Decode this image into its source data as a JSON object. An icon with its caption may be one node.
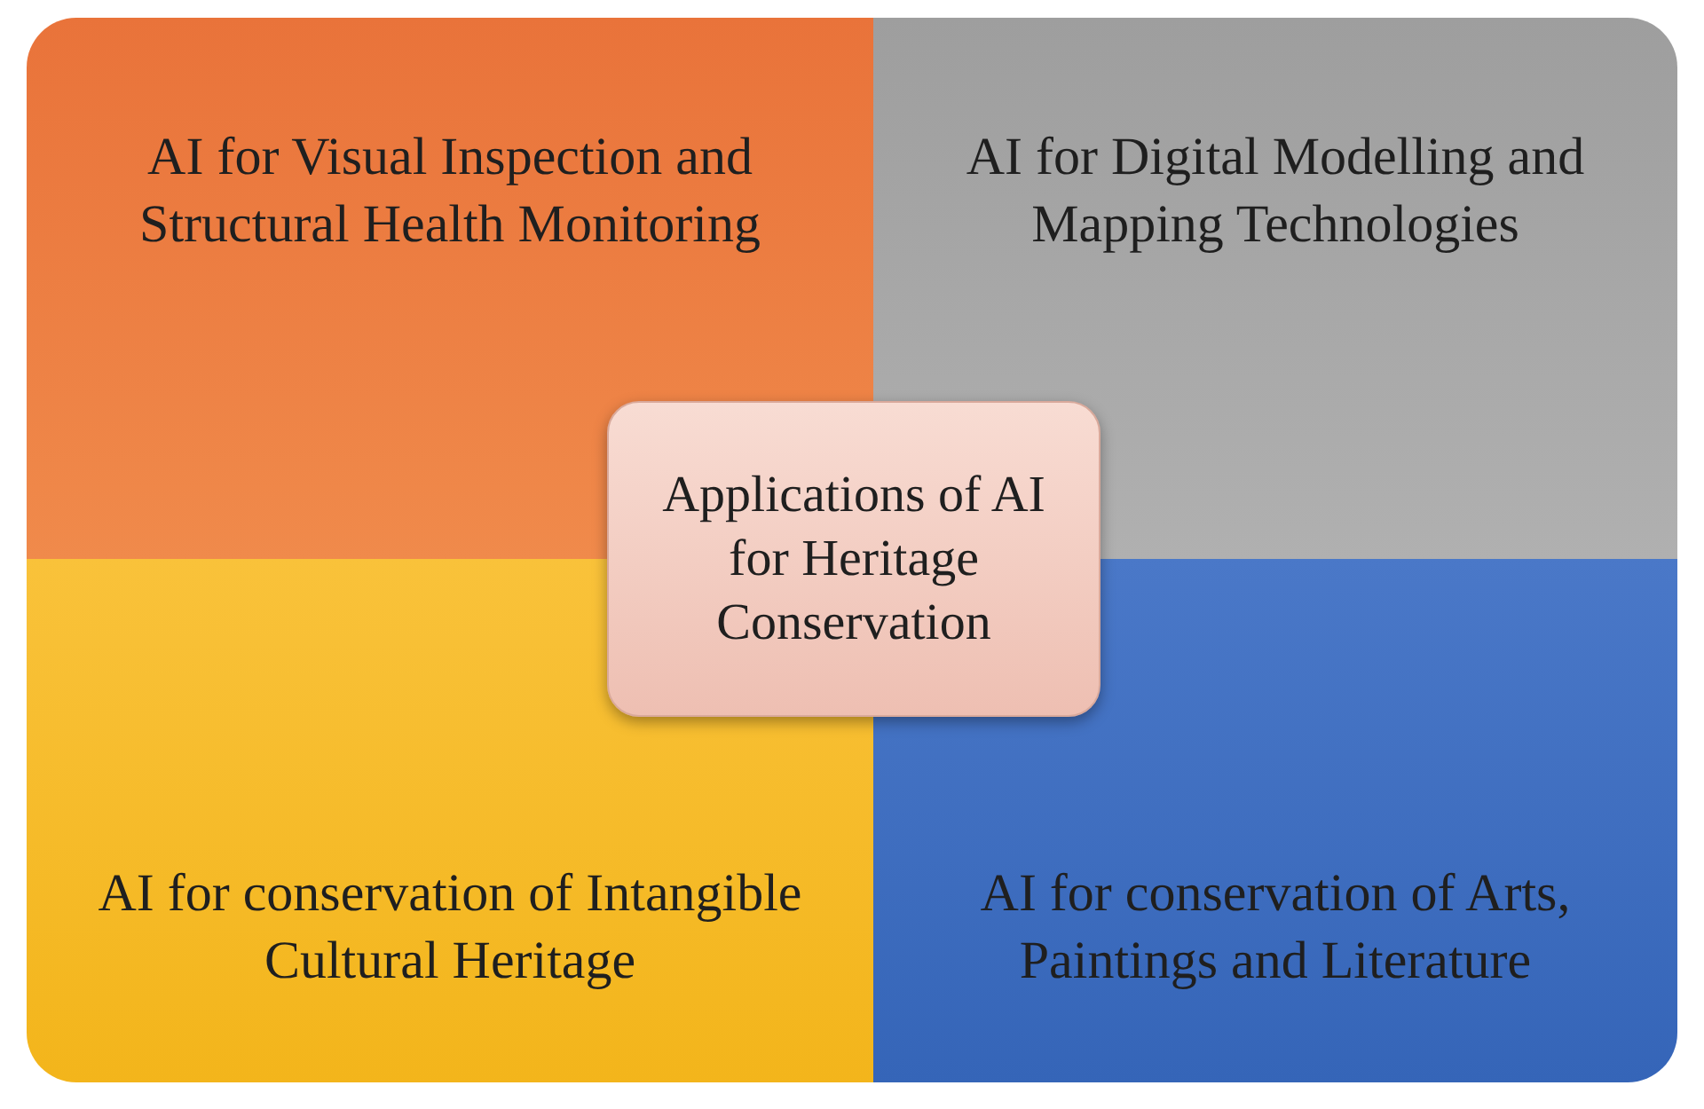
{
  "diagram": {
    "nodes": [
      {
        "text": [
          "AI for Visual Inspection and Structural Health Monitoring"
        ]
      },
      {
        "text": [
          "AI for Digital Modelling and Mapping Technologies"
        ]
      },
      {
        "text": [
          "Applications of AI for Heritage Conservation"
        ]
      },
      {
        "text": [
          "AI for conservation of Intangible Cultural Heritage"
        ]
      },
      {
        "text": [
          "AI for conservation of Arts, Paintings and Literature"
        ]
      }
    ]
  }
}
